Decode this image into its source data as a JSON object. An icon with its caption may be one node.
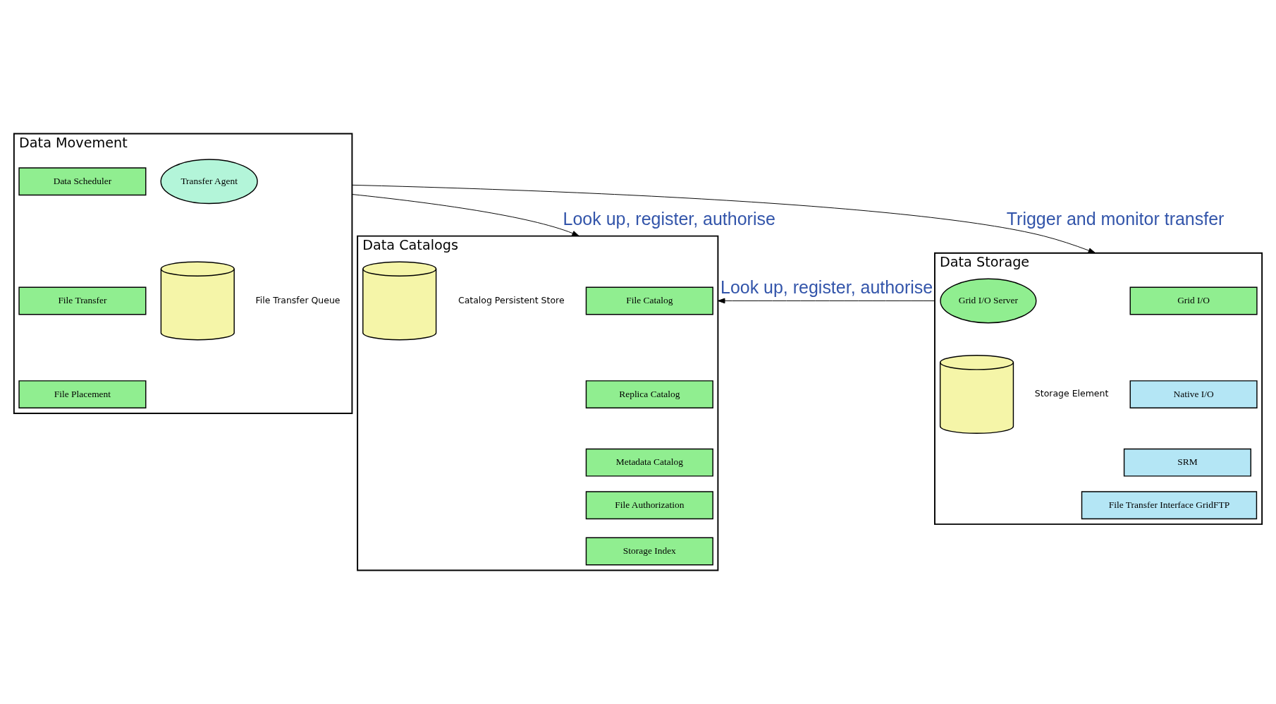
{
  "diagram": {
    "nodes": [
      {
        "text": [
          "Data Movement"
        ]
      },
      {
        "text": [
          "Data Scheduler"
        ],
        "in": 0
      },
      {
        "text": [
          "File Transfer"
        ],
        "in": 0
      },
      {
        "text": [
          "File Placement"
        ],
        "in": 0
      },
      {
        "text": [
          "Transfer Agent"
        ],
        "in": 0
      },
      {
        "text": [],
        "shape": "cylinder",
        "beside": [
          "File Transfer Queue"
        ],
        "in": 0
      },
      {
        "text": [
          "Data Catalogs"
        ]
      },
      {
        "text": [
          "File Catalog"
        ],
        "in": 6
      },
      {
        "text": [
          "Replica Catalog"
        ],
        "in": 6
      },
      {
        "text": [
          "Metadata Catalog"
        ],
        "in": 6
      },
      {
        "text": [
          "File Authorization"
        ],
        "in": 6
      },
      {
        "text": [
          "Storage Index"
        ],
        "in": 6
      },
      {
        "text": [],
        "shape": "cylinder",
        "beside": [
          "Catalog Persistent Store"
        ],
        "in": 6
      },
      {
        "text": [
          "Data Storage"
        ]
      },
      {
        "text": [
          "Grid I/O"
        ],
        "in": 13
      },
      {
        "text": [
          "Native I/O"
        ],
        "in": 13
      },
      {
        "text": [
          "SRM"
        ],
        "in": 13
      },
      {
        "text": [
          "File Transfer Interface GridFTP"
        ],
        "in": 13
      },
      {
        "text": [
          "Grid I/O Server"
        ],
        "in": 13
      },
      {
        "text": [],
        "shape": "cylinder",
        "beside": [
          "Storage Element"
        ],
        "in": 13
      }
    ],
    "edges": [
      {
        "from": 0,
        "to": 6,
        "arrow": "to",
        "label": "Look up, register, authorise"
      },
      {
        "from": 0,
        "to": 13,
        "arrow": "to",
        "label": "Trigger and monitor transfer"
      },
      {
        "from": 13,
        "to": 6,
        "arrow": "to",
        "label": "Look up, register, authorise"
      }
    ]
  }
}
